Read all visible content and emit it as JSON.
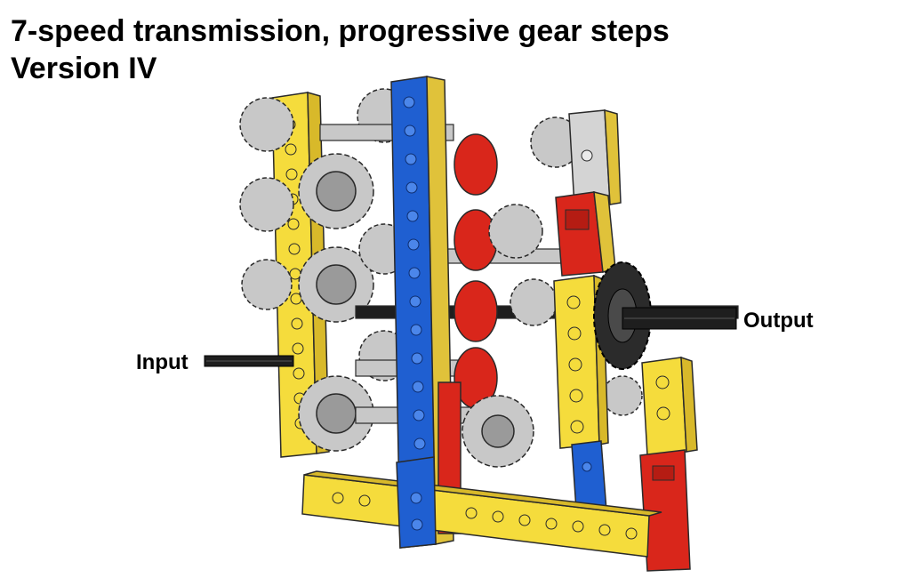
{
  "title": {
    "line1": "7-speed transmission, progressive gear steps",
    "line2": "Version IV"
  },
  "labels": {
    "input": "Input",
    "output": "Output"
  },
  "colors": {
    "yellow": "#f5dc3c",
    "blue": "#1f5fd1",
    "red": "#d9261b",
    "gray": "#c8c8c8",
    "dark_gray": "#7f7f7f",
    "black": "#1e1e1e",
    "outline": "#2a2a2a"
  }
}
